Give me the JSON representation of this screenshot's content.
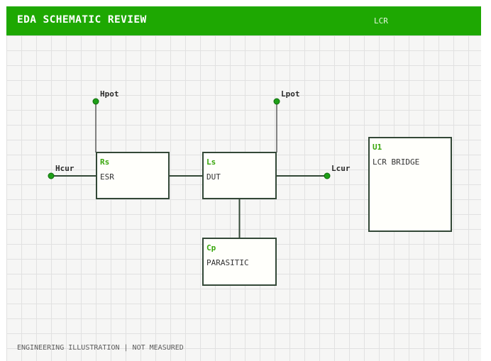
{
  "header": {
    "title": "EDA SCHEMATIC REVIEW",
    "subtitle": "LCR"
  },
  "components": {
    "rs": {
      "ref": "Rs",
      "desc": "ESR"
    },
    "ls": {
      "ref": "Ls",
      "desc": "DUT"
    },
    "cp": {
      "ref": "Cp",
      "desc": "PARASITIC"
    },
    "u1": {
      "ref": "U1",
      "desc": "LCR BRIDGE"
    }
  },
  "terminals": {
    "hcur": "Hcur",
    "hpot": "Hpot",
    "lpot": "Lpot",
    "lcur": "Lcur"
  },
  "footer": "ENGINEERING ILLUSTRATION | NOT MEASURED",
  "colors": {
    "header_bg": "#1ea802",
    "component_ref": "#38a60b",
    "component_border": "#334837",
    "terminal_dot": "#1e9f18"
  }
}
